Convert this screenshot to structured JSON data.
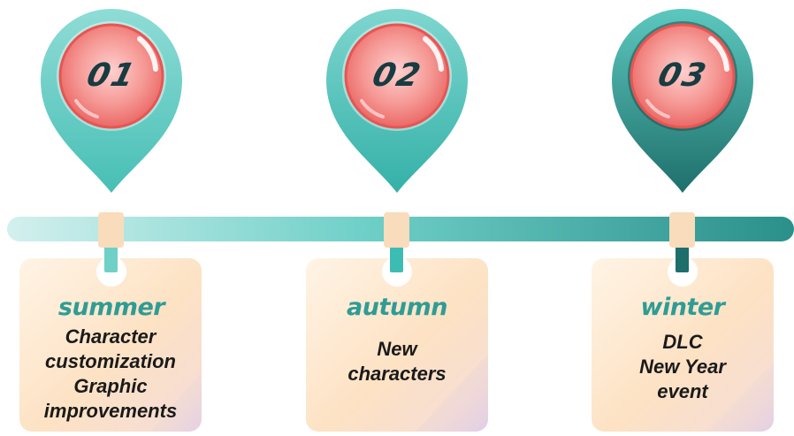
{
  "colors": {
    "teal_light": "#bfe9e6",
    "teal": "#3dbcb4",
    "teal_dark": "#1e6e6b",
    "orb_red": "#ea5c5c",
    "orb_pink": "#f6a7a5",
    "card_fill": "#fde6c9",
    "connector": "#f9dcbb",
    "number_text": "#173c41",
    "season_text": "#2f9c94",
    "body_text": "#1a1a1a"
  },
  "milestones": [
    {
      "number": "01",
      "season": "summer",
      "lines": [
        "Character",
        "customization",
        "Graphic",
        "improvements"
      ]
    },
    {
      "number": "02",
      "season": "autumn",
      "lines": [
        "New",
        "characters"
      ]
    },
    {
      "number": "03",
      "season": "winter",
      "lines": [
        "DLC",
        "New Year",
        "event"
      ]
    }
  ]
}
